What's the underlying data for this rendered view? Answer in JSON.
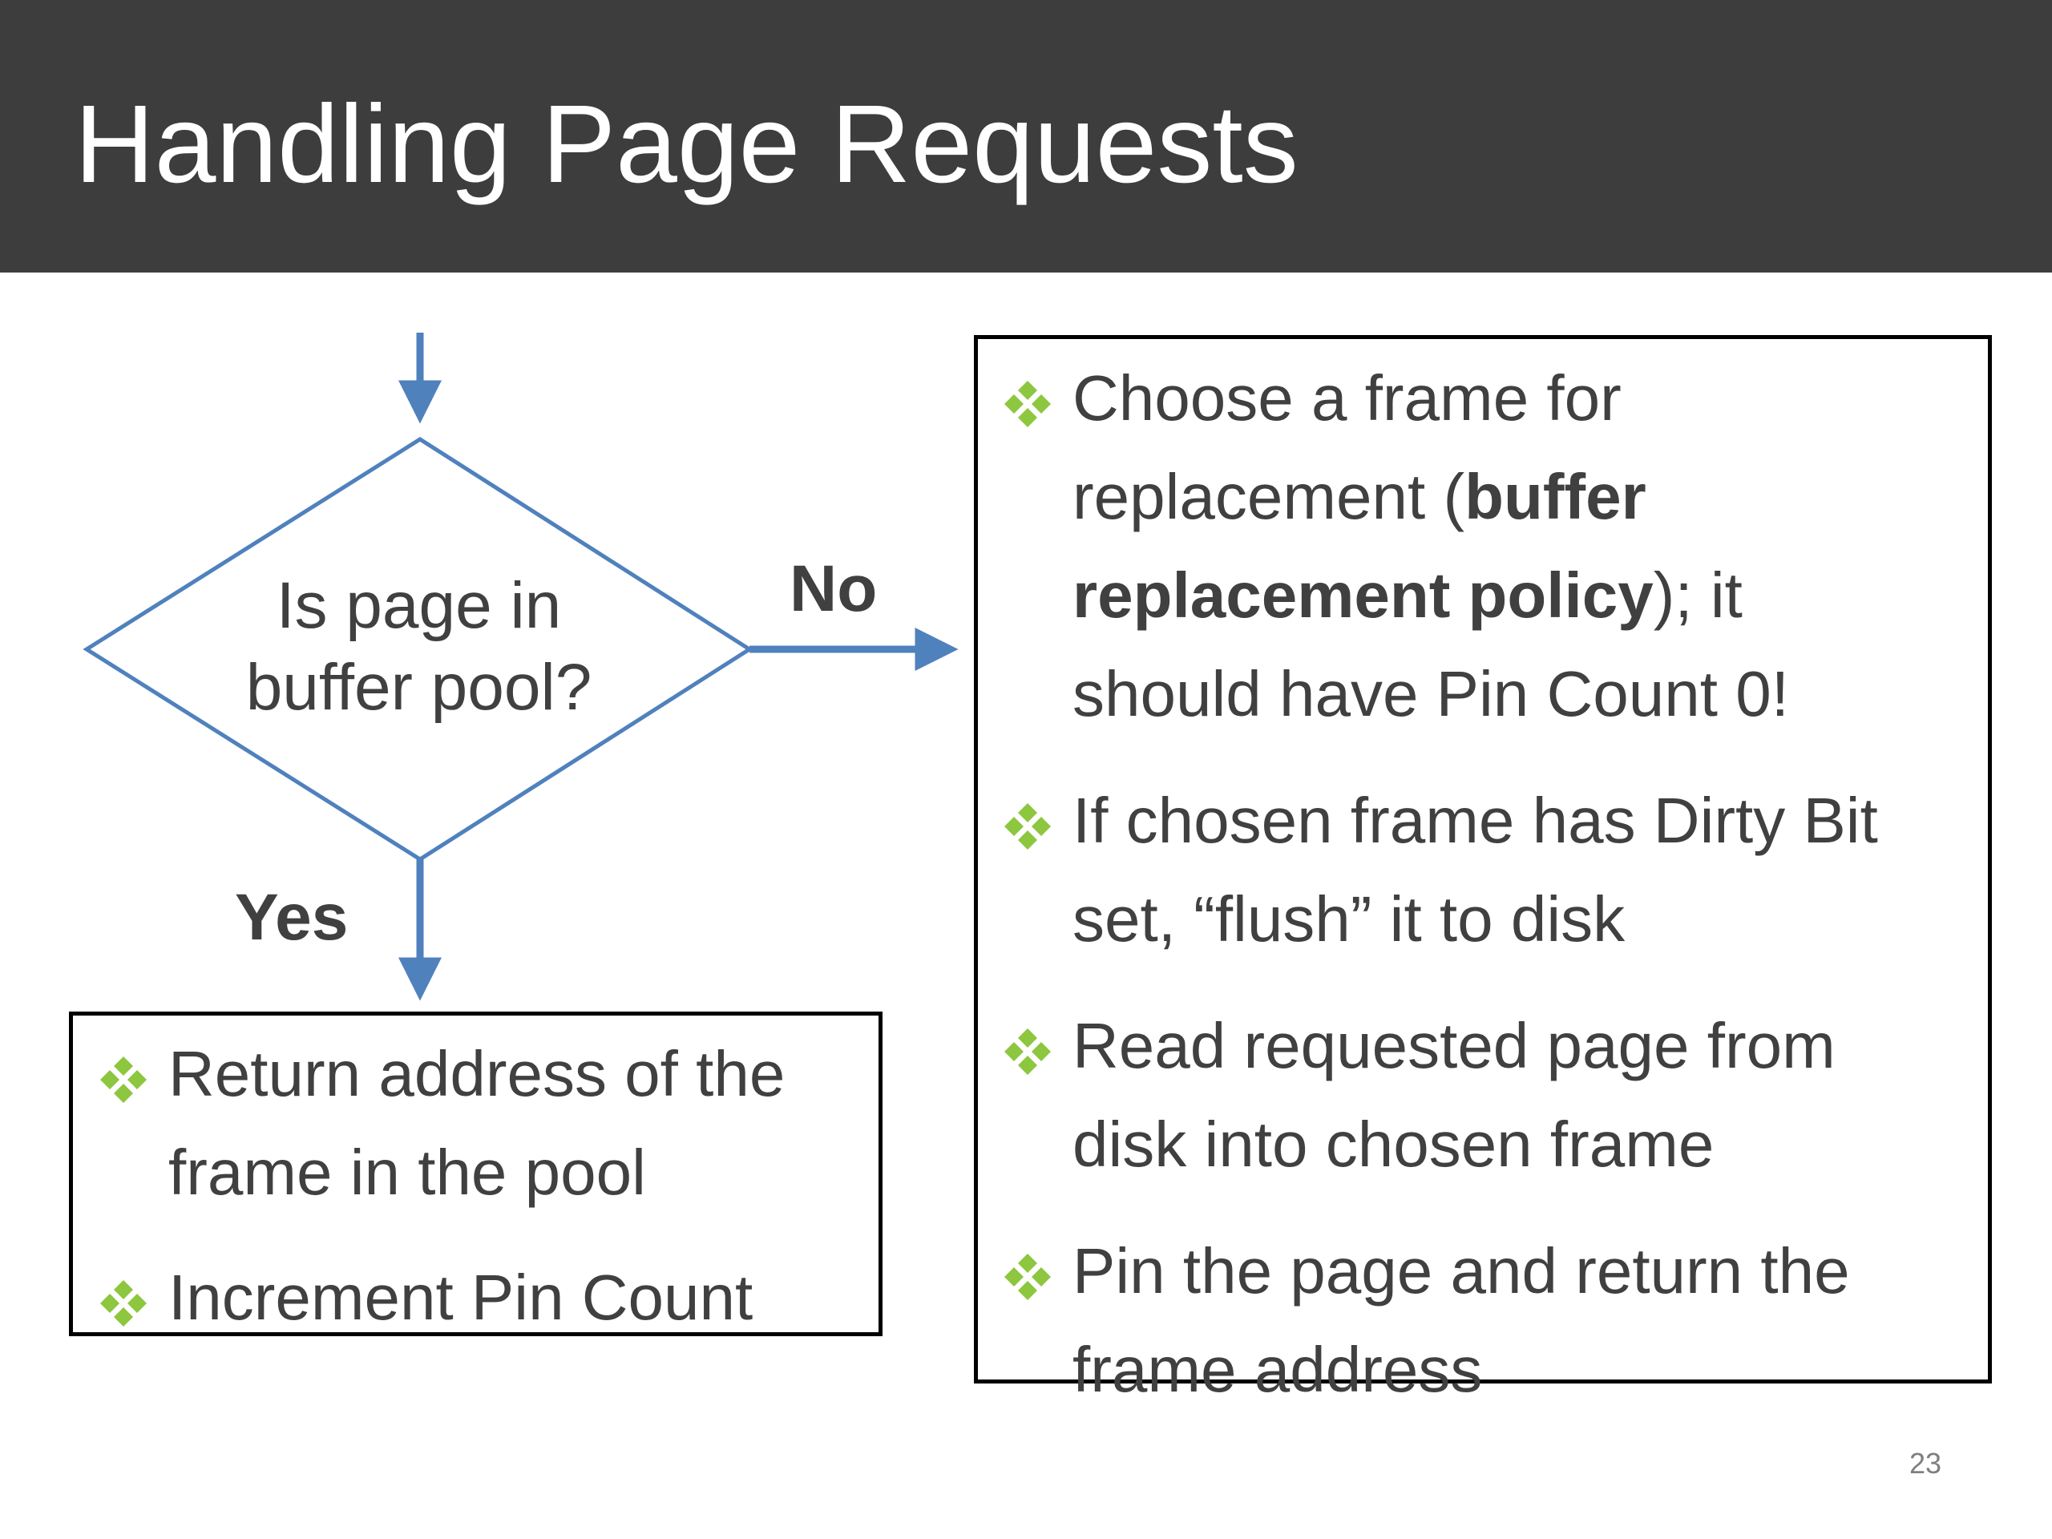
{
  "slide": {
    "title": "Handling Page Requests",
    "page_number": "23"
  },
  "decision": {
    "line1": "Is page in",
    "line2": "buffer pool?"
  },
  "labels": {
    "no": "No",
    "yes": "Yes"
  },
  "yes_box": {
    "bullets": [
      {
        "line1": "Return address of the",
        "line2": "frame in the pool"
      },
      {
        "line1": "Increment Pin Count"
      }
    ]
  },
  "no_box": {
    "bullets": [
      {
        "l1": "Choose a frame for",
        "l2a": "replacement (",
        "l2b": "buffer",
        "l3a": "replacement policy",
        "l3b": "); it",
        "l4": "should have Pin Count 0!"
      },
      {
        "line1": "If chosen frame has Dirty Bit",
        "line2": "set, “flush” it to disk"
      },
      {
        "line1": "Read requested page from",
        "line2": "disk into chosen frame"
      },
      {
        "line1": "Pin the page and return the",
        "line2": "frame address"
      }
    ]
  },
  "colors": {
    "header": "#3d3d3d",
    "arrow": "#4f81bd",
    "bullet": "#8dc63f",
    "text": "#404040"
  },
  "icons": {
    "bullet": "four-diamond-bullet-icon"
  }
}
